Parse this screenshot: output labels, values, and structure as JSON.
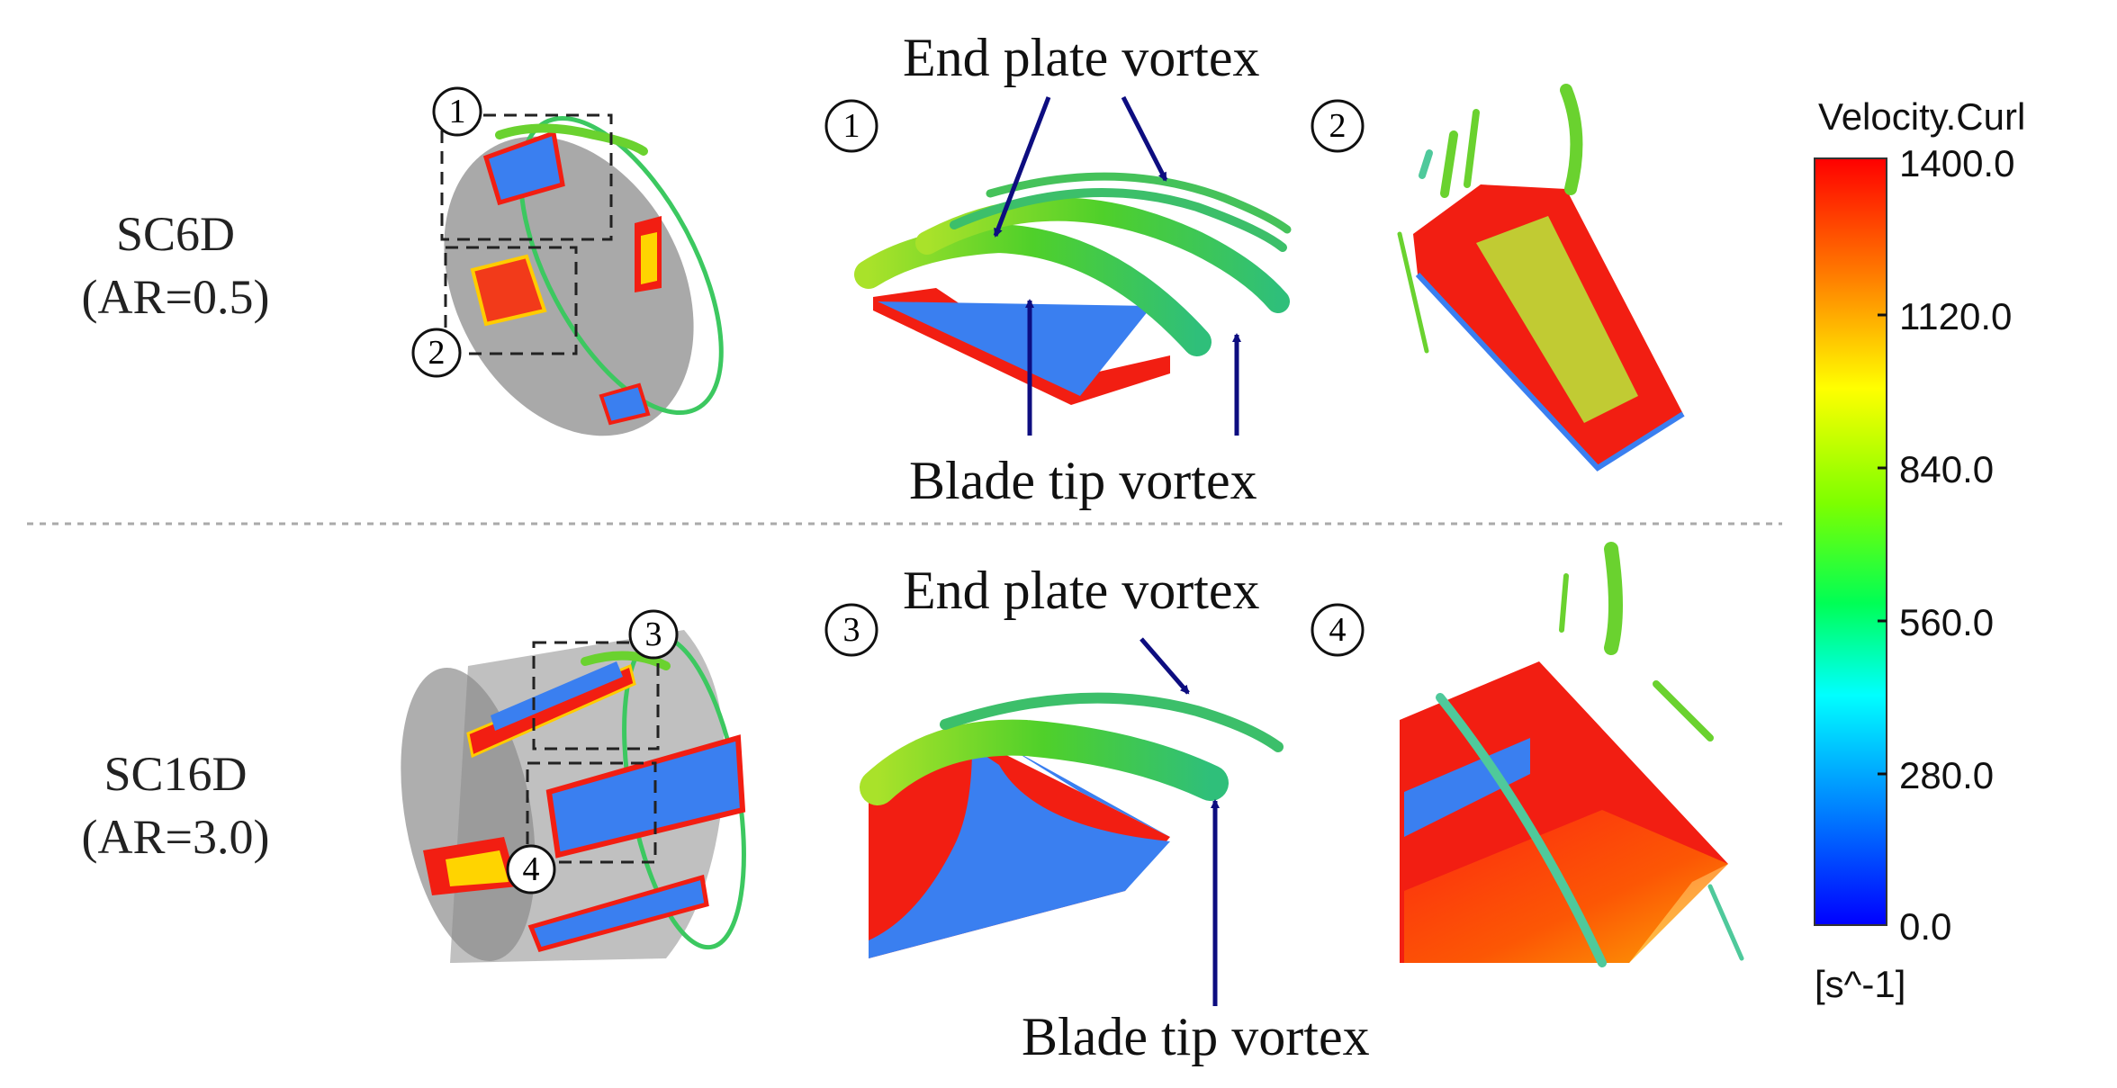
{
  "rows": [
    {
      "name": "SC6D",
      "ar": "(AR=0.5)"
    },
    {
      "name": "SC16D",
      "ar": "(AR=3.0)"
    }
  ],
  "annotations": {
    "top_end_plate": "End plate vortex",
    "top_blade_tip": "Blade tip vortex",
    "bottom_end_plate": "End plate vortex",
    "bottom_blade_tip": "Blade tip vortex"
  },
  "panel_markers": [
    "1",
    "2",
    "3",
    "4"
  ],
  "colorbar": {
    "title": "Velocity.Curl",
    "ticks": [
      "1400.0",
      "1120.0",
      "840.0",
      "560.0",
      "280.0",
      "0.0"
    ],
    "unit": "[s^-1]",
    "range": [
      0,
      1400
    ],
    "colors": [
      "#ff0000",
      "#ff8000",
      "#ffff00",
      "#80ff00",
      "#00ff40",
      "#00ffff",
      "#0080ff",
      "#0000ff"
    ]
  },
  "colors": {
    "arrow": "#0d0d80",
    "vortex": "#6ad22f",
    "blade_red": "#f21e12",
    "blade_blue": "#3a7ff0",
    "cylinder": "#8c8c8c",
    "divider": "#aaaaaa"
  }
}
